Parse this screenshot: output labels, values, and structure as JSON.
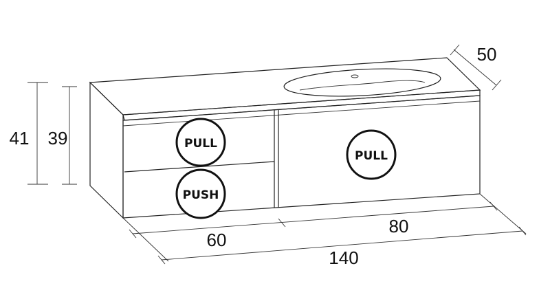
{
  "dimensions": {
    "overall_height": "41",
    "cabinet_height": "39",
    "depth": "50",
    "drawer_section_width": "60",
    "door_section_width": "80",
    "total_width": "140"
  },
  "badges": {
    "top_drawer": "PULL",
    "bottom_drawer": "PUSH",
    "right_door": "PULL"
  },
  "colors": {
    "panel": "#f2f2f2",
    "counter": "#fafafa",
    "line": "#222222"
  }
}
